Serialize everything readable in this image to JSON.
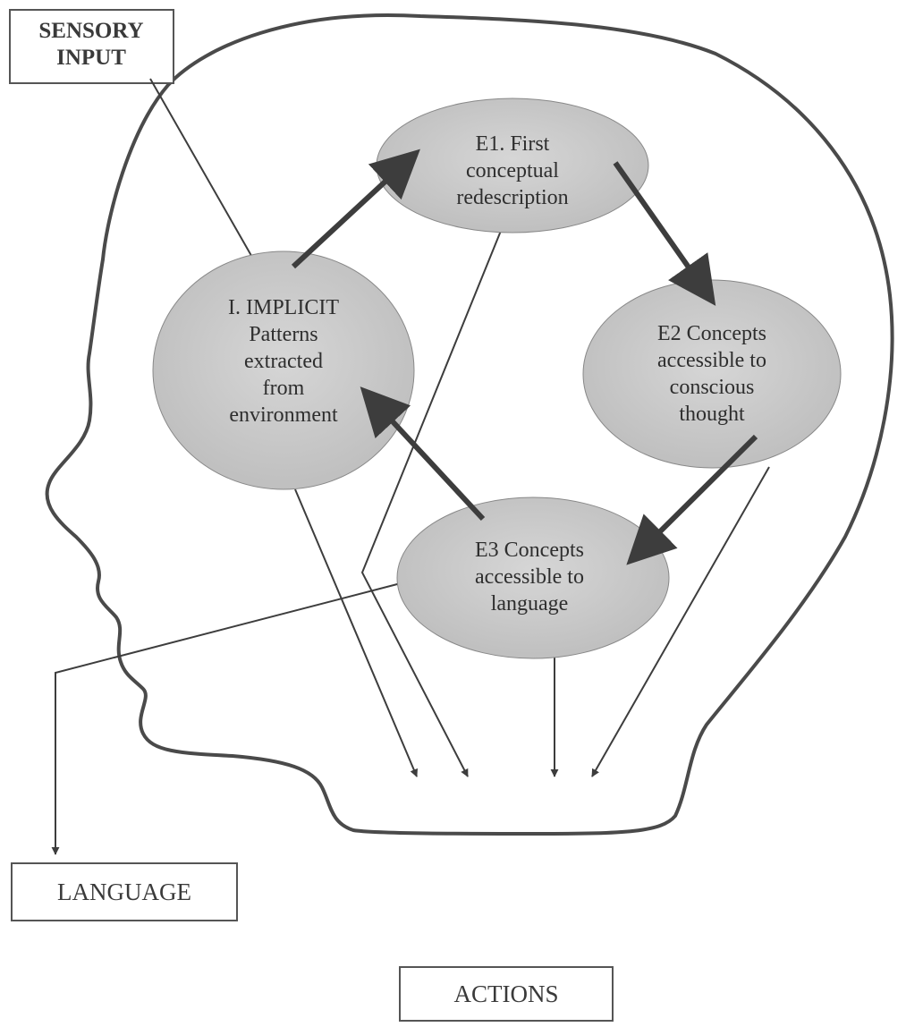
{
  "boxes": {
    "sensory_input": {
      "lines": [
        "SENSORY",
        "INPUT"
      ]
    },
    "language": {
      "label": "LANGUAGE"
    },
    "actions": {
      "label": "ACTIONS"
    }
  },
  "nodes": {
    "e1": {
      "lines": [
        "E1. First",
        "conceptual",
        "redescription"
      ]
    },
    "implicit": {
      "lines": [
        "I. IMPLICIT",
        "Patterns",
        "extracted",
        "from",
        "environment"
      ]
    },
    "e2": {
      "lines": [
        "E2 Concepts",
        "accessible to",
        "conscious",
        "thought"
      ]
    },
    "e3": {
      "lines": [
        "E3 Concepts",
        "accessible to",
        "language"
      ]
    }
  },
  "colors": {
    "node_fill": "#c9c9c9",
    "stroke": "#4a4a4a",
    "text": "#333333"
  }
}
